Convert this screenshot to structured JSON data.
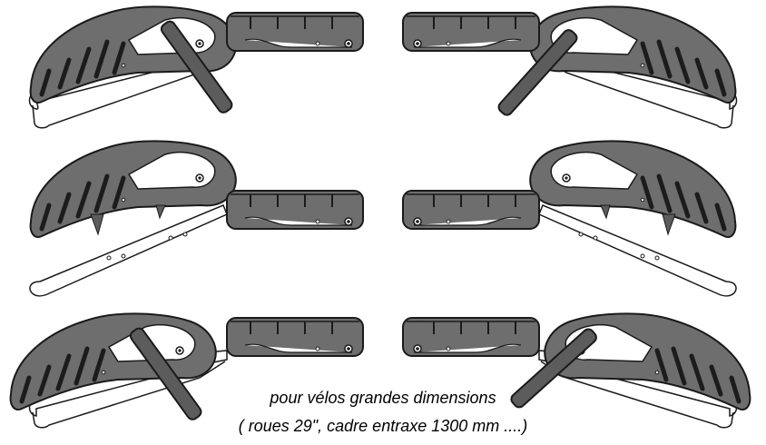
{
  "caption": {
    "line1": "pour vélos grandes dimensions",
    "line2": "( roues 29\", cadre entraxe 1300 mm ....)"
  },
  "colors": {
    "part_fill": "#6e6e6e",
    "part_stroke": "#1a1a1a",
    "arm_fill": "#ffffff",
    "hatch": "#1c1c1c",
    "background": "#ffffff"
  },
  "configurations": [
    {
      "row": "top",
      "state": "folded-with-strap"
    },
    {
      "row": "middle",
      "state": "extended"
    },
    {
      "row": "bottom",
      "state": "folded-with-strap"
    }
  ]
}
